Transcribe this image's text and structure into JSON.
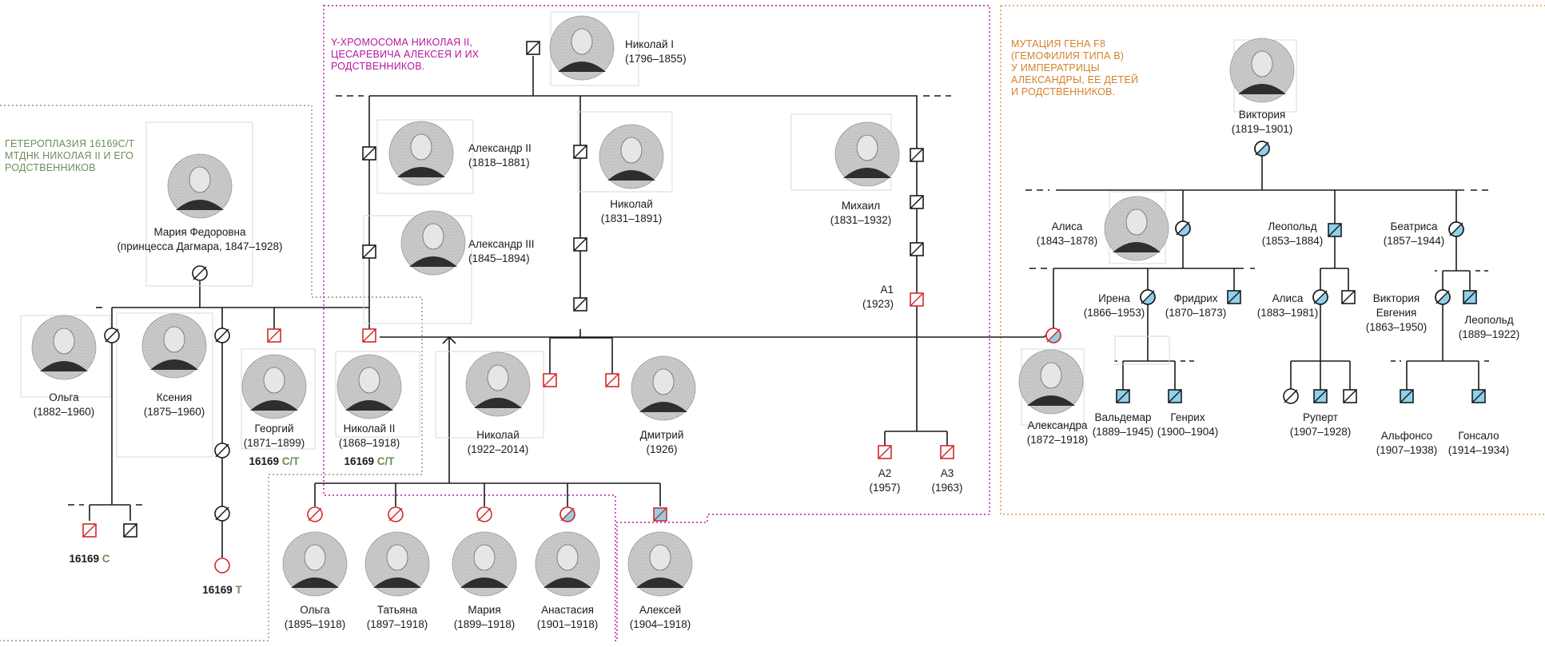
{
  "regions": {
    "y_chromosome": {
      "lines": [
        "Y-ХРОМОСОМА НИКОЛАЯ II,",
        "ЦЕСАРЕВИЧА АЛЕКСЕЯ И ИХ",
        "РОДСТВЕННИКОВ."
      ],
      "color": "#b5179e"
    },
    "hemophilia": {
      "lines": [
        "МУТАЦИЯ ГЕНА F8",
        "(ГЕМОФИЛИЯ ТИПА В)",
        "У ИМПЕРАТРИЦЫ",
        "АЛЕКСАНДРЫ, ЕЕ ДЕТЕЙ",
        "И РОДСТВЕННИКОВ."
      ],
      "color": "#d3822a"
    },
    "heteroplasmy": {
      "lines": [
        "ГЕТЕРОПЛАЗИЯ 16169C/T",
        "МТДНК НИКОЛАЯ II И ЕГО",
        "РОДСТВЕННИКОВ"
      ],
      "color": "#6b8f5a"
    }
  },
  "colors": {
    "line": "#1a1a1a",
    "red": "#d42a2a",
    "blue": "#8fd0ea",
    "green": "#6b8f5a",
    "magenta": "#b5179e",
    "orange": "#d3822a"
  },
  "people": [
    {
      "id": "nicholas1",
      "name": "Николай I",
      "years": "(1796–1855)",
      "sex": "male",
      "status": "deceased",
      "photo": true
    },
    {
      "id": "alexander2",
      "name": "Александр II",
      "years": "(1818–1881)",
      "sex": "male",
      "status": "deceased",
      "photo": true
    },
    {
      "id": "alexander3",
      "name": "Александр III",
      "years": "(1845–1894)",
      "sex": "male",
      "status": "deceased",
      "photo": true
    },
    {
      "id": "nikolai_1831",
      "name": "Николай",
      "years": "(1831–1891)",
      "sex": "male",
      "status": "deceased",
      "photo": true
    },
    {
      "id": "mikhail",
      "name": "Михаил",
      "years": "(1831–1932)",
      "sex": "male",
      "status": "deceased",
      "photo": true
    },
    {
      "id": "a1",
      "name": "А1",
      "years": "(1923)",
      "sex": "male",
      "status": "tested",
      "photo": false
    },
    {
      "id": "a2",
      "name": "А2",
      "years": "(1957)",
      "sex": "male",
      "status": "tested",
      "photo": false
    },
    {
      "id": "a3",
      "name": "А3",
      "years": "(1963)",
      "sex": "male",
      "status": "tested",
      "photo": false
    },
    {
      "id": "maria_f",
      "name": "Мария Федоровна",
      "years": "(принцесса Дагмара, 1847–1928)",
      "sex": "female",
      "status": "deceased",
      "photo": true
    },
    {
      "id": "olga_1882",
      "name": "Ольга",
      "years": "(1882–1960)",
      "sex": "female",
      "status": "deceased",
      "photo": true
    },
    {
      "id": "ksenia",
      "name": "Ксения",
      "years": "(1875–1960)",
      "sex": "female",
      "status": "deceased",
      "photo": true
    },
    {
      "id": "georgy",
      "name": "Георгий",
      "years": "(1871–1899)",
      "sex": "male",
      "status": "tested",
      "photo": true
    },
    {
      "id": "nicholas2",
      "name": "Николай II",
      "years": "(1868–1918)",
      "sex": "male",
      "status": "tested",
      "photo": true
    },
    {
      "id": "nikolai_1922",
      "name": "Николай",
      "years": "(1922–2014)",
      "sex": "male",
      "status": "tested",
      "photo": true
    },
    {
      "id": "dmitry",
      "name": "Дмитрий",
      "years": "(1926)",
      "sex": "male",
      "status": "tested",
      "photo": true
    },
    {
      "id": "olga_1895",
      "name": "Ольга",
      "years": "(1895–1918)",
      "sex": "female",
      "status": "tested",
      "photo": true
    },
    {
      "id": "tatiana",
      "name": "Татьяна",
      "years": "(1897–1918)",
      "sex": "female",
      "status": "tested",
      "photo": true
    },
    {
      "id": "maria_1899",
      "name": "Мария",
      "years": "(1899–1918)",
      "sex": "female",
      "status": "tested",
      "photo": true
    },
    {
      "id": "anastasia",
      "name": "Анастасия",
      "years": "(1901–1918)",
      "sex": "female",
      "status": "carrier_tested",
      "photo": true
    },
    {
      "id": "alexei",
      "name": "Алексей",
      "years": "(1904–1918)",
      "sex": "male",
      "status": "affected_tested",
      "photo": true
    },
    {
      "id": "victoria",
      "name": "Виктория",
      "years": "(1819–1901)",
      "sex": "female",
      "status": "carrier",
      "photo": true
    },
    {
      "id": "alice_1843",
      "name": "Алиса",
      "years": "(1843–1878)",
      "sex": "female",
      "status": "carrier",
      "photo": true
    },
    {
      "id": "leopold_1853",
      "name": "Леопольд",
      "years": "(1853–1884)",
      "sex": "male",
      "status": "affected",
      "photo": false
    },
    {
      "id": "beatrice",
      "name": "Беатриса",
      "years": "(1857–1944)",
      "sex": "female",
      "status": "carrier",
      "photo": false
    },
    {
      "id": "alexandra",
      "name": "Александра",
      "years": "(1872–1918)",
      "sex": "female",
      "status": "carrier_tested",
      "photo": true
    },
    {
      "id": "irene",
      "name": "Ирена",
      "years": "(1866–1953)",
      "sex": "female",
      "status": "carrier",
      "photo": false
    },
    {
      "id": "friedrich",
      "name": "Фридрих",
      "years": "(1870–1873)",
      "sex": "male",
      "status": "affected",
      "photo": false
    },
    {
      "id": "alice_1883",
      "name": "Алиса",
      "years": "(1883–1981)",
      "sex": "female",
      "status": "carrier",
      "photo": false
    },
    {
      "id": "victoria_eugenia",
      "name": "Виктория Евгения",
      "years": "(1863–1950)",
      "sex": "female",
      "status": "carrier",
      "photo": false
    },
    {
      "id": "leopold_1889",
      "name": "Леопольд",
      "years": "(1889–1922)",
      "sex": "male",
      "status": "affected",
      "photo": false
    },
    {
      "id": "waldemar",
      "name": "Вальдемар",
      "years": "(1889–1945)",
      "sex": "male",
      "status": "affected",
      "photo": false
    },
    {
      "id": "heinrich",
      "name": "Генрих",
      "years": "(1900–1904)",
      "sex": "male",
      "status": "affected",
      "photo": false
    },
    {
      "id": "rupert",
      "name": "Руперт",
      "years": "(1907–1928)",
      "sex": "male",
      "status": "affected",
      "photo": false
    },
    {
      "id": "alfonso",
      "name": "Альфонсо",
      "years": "(1907–1938)",
      "sex": "male",
      "status": "affected",
      "photo": false
    },
    {
      "id": "gonzalo",
      "name": "Гонсало",
      "years": "(1914–1934)",
      "sex": "male",
      "status": "affected",
      "photo": false
    }
  ],
  "heteroplasmy_labels": {
    "georgy": {
      "num": "16169",
      "allele": "C/T"
    },
    "nicholas2": {
      "num": "16169",
      "allele": "C/T"
    },
    "olga_child_line": {
      "num": "16169",
      "allele": "C"
    },
    "ksenia_line": {
      "num": "16169",
      "allele": "T"
    }
  }
}
